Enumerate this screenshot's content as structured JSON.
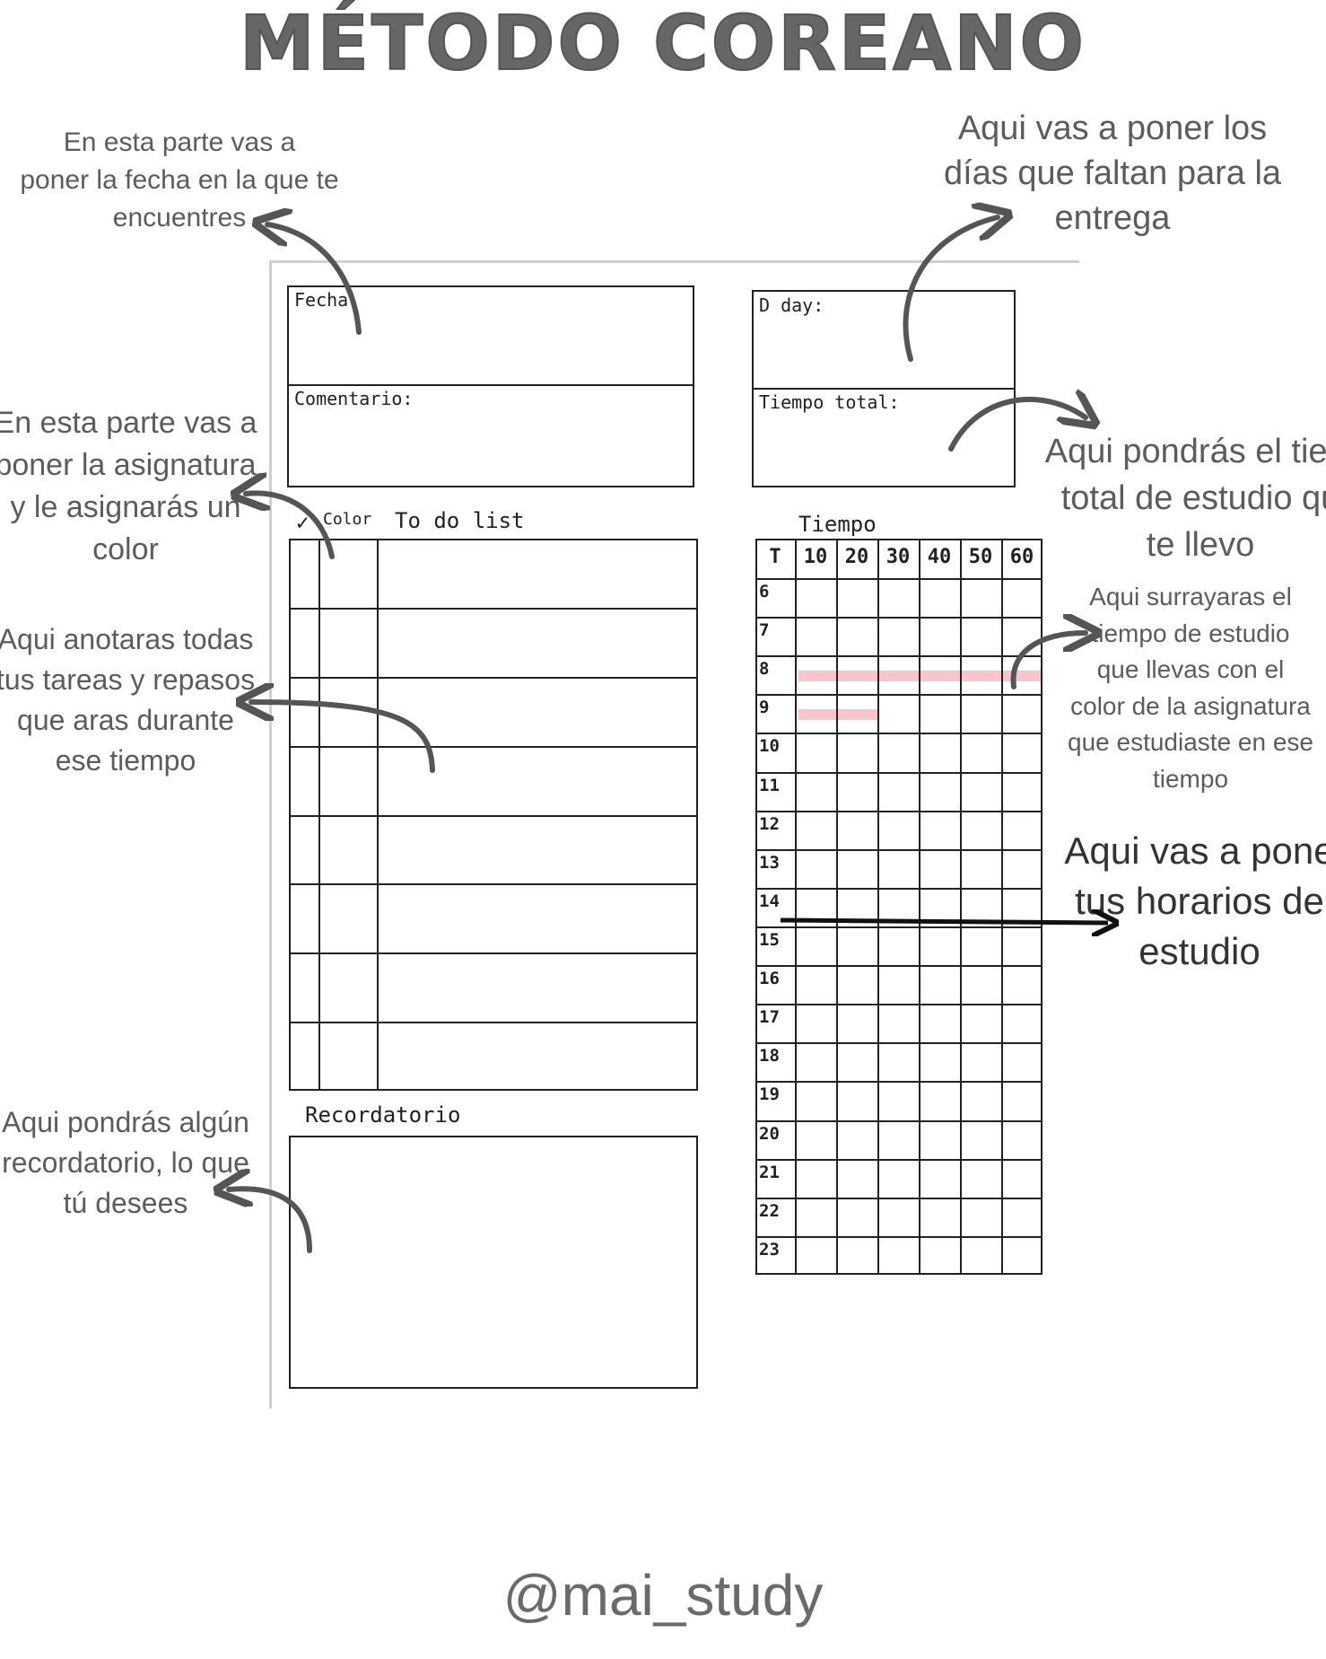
{
  "title": "MÉTODO COREANO",
  "annotations": {
    "fecha": "En esta parte vas a\nponer la fecha en la que te\nencuentres",
    "dday": "Aqui vas a poner los\ndías que faltan para la\nentrega",
    "asignatura": "En esta parte vas a\nponer la asignatura\ny le asignarás un\ncolor",
    "tiempo_total": "Aqui pondrás el tiem\ntotal de estudio qu\nte llevo",
    "tareas": "Aqui anotaras todas\ntus tareas y repasos\nque aras durante\nese tiempo",
    "surrayar": "Aqui surrayaras el\ntiempo de estudio\nque llevas con el\ncolor de la asignatura\nque estudiaste en ese\ntiempo",
    "horarios": "Aqui vas a pone\ntus horarios de\nestudio",
    "recordatorio": "Aqui pondrás algún\nrecordatorio, lo que\ntú desees"
  },
  "planner": {
    "fecha_label": "Fecha",
    "comentario_label": "Comentario:",
    "dday_label": "D day:",
    "tiempo_total_label": "Tiempo total:",
    "check_mark": "✓",
    "color_label": "Color",
    "todo_label": "To do list",
    "tiempo_label": "Tiempo",
    "recordatorio_label": "Recordatorio",
    "todo_rows": 8,
    "time_header": [
      "T",
      "10",
      "20",
      "30",
      "40",
      "50",
      "60"
    ],
    "hours": [
      "6",
      "7",
      "8",
      "9",
      "10",
      "11",
      "12",
      "13",
      "14",
      "15",
      "16",
      "17",
      "18",
      "19",
      "20",
      "21",
      "22",
      "23"
    ],
    "highlights": [
      {
        "hour": "8",
        "from_minute": 0,
        "to_minute": 60
      },
      {
        "hour": "9",
        "from_minute": 0,
        "to_minute": 20
      }
    ]
  },
  "colors": {
    "highlight": "#f6c6cc",
    "arrow": "#555555",
    "ink": "#222222",
    "black_arrow": "#111111"
  },
  "footer": {
    "handle": "@mai_study"
  }
}
